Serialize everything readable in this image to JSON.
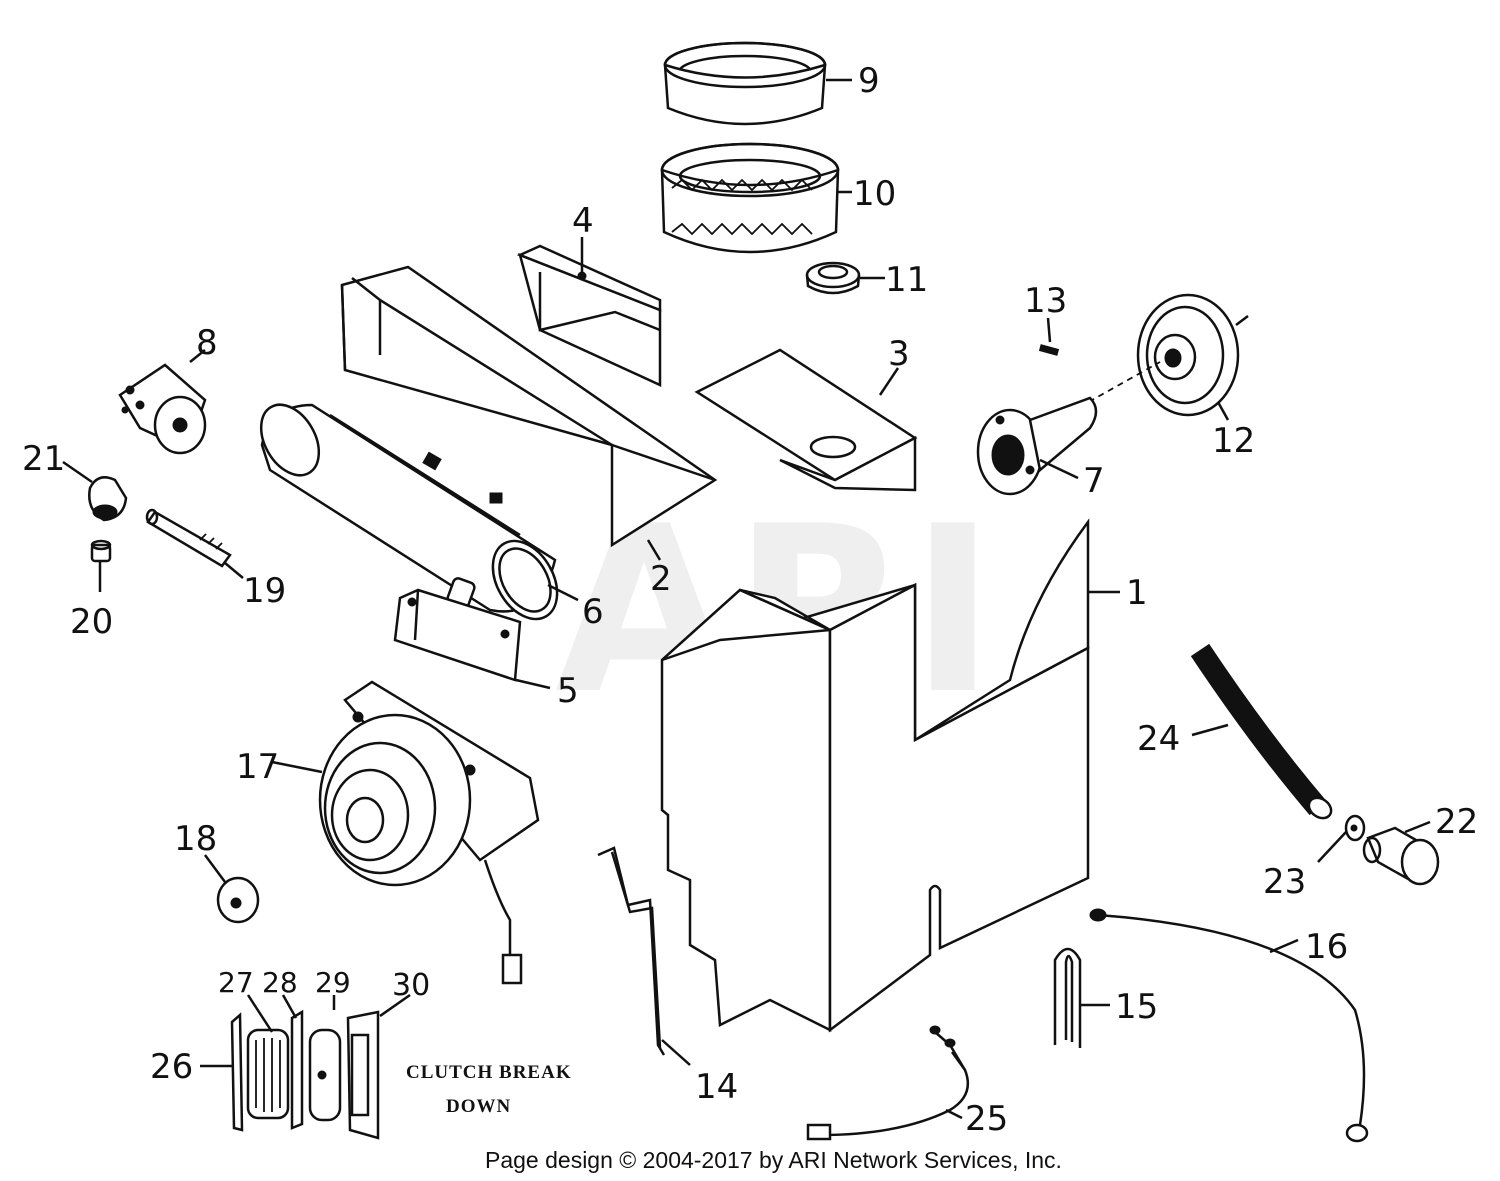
{
  "diagram": {
    "watermark": "ARI",
    "caption_line1": "CLUTCH BREAK",
    "caption_line2": "DOWN",
    "copyright": "Page design © 2004-2017 by ARI Network Services, Inc.",
    "parts": [
      {
        "id": "1",
        "label": "1"
      },
      {
        "id": "2",
        "label": "2"
      },
      {
        "id": "3",
        "label": "3"
      },
      {
        "id": "4",
        "label": "4"
      },
      {
        "id": "5",
        "label": "5"
      },
      {
        "id": "6",
        "label": "6"
      },
      {
        "id": "7",
        "label": "7"
      },
      {
        "id": "8",
        "label": "8"
      },
      {
        "id": "9",
        "label": "9"
      },
      {
        "id": "10",
        "label": "10"
      },
      {
        "id": "11",
        "label": "11"
      },
      {
        "id": "12",
        "label": "12"
      },
      {
        "id": "13",
        "label": "13"
      },
      {
        "id": "14",
        "label": "14"
      },
      {
        "id": "15",
        "label": "15"
      },
      {
        "id": "16",
        "label": "16"
      },
      {
        "id": "17",
        "label": "17"
      },
      {
        "id": "18",
        "label": "18"
      },
      {
        "id": "19",
        "label": "19"
      },
      {
        "id": "20",
        "label": "20"
      },
      {
        "id": "21",
        "label": "21"
      },
      {
        "id": "22",
        "label": "22"
      },
      {
        "id": "23",
        "label": "23"
      },
      {
        "id": "24",
        "label": "24"
      },
      {
        "id": "25",
        "label": "25"
      },
      {
        "id": "26",
        "label": "26"
      },
      {
        "id": "27",
        "label": "27"
      },
      {
        "id": "28",
        "label": "28"
      },
      {
        "id": "29",
        "label": "29"
      },
      {
        "id": "30",
        "label": "30"
      }
    ]
  }
}
